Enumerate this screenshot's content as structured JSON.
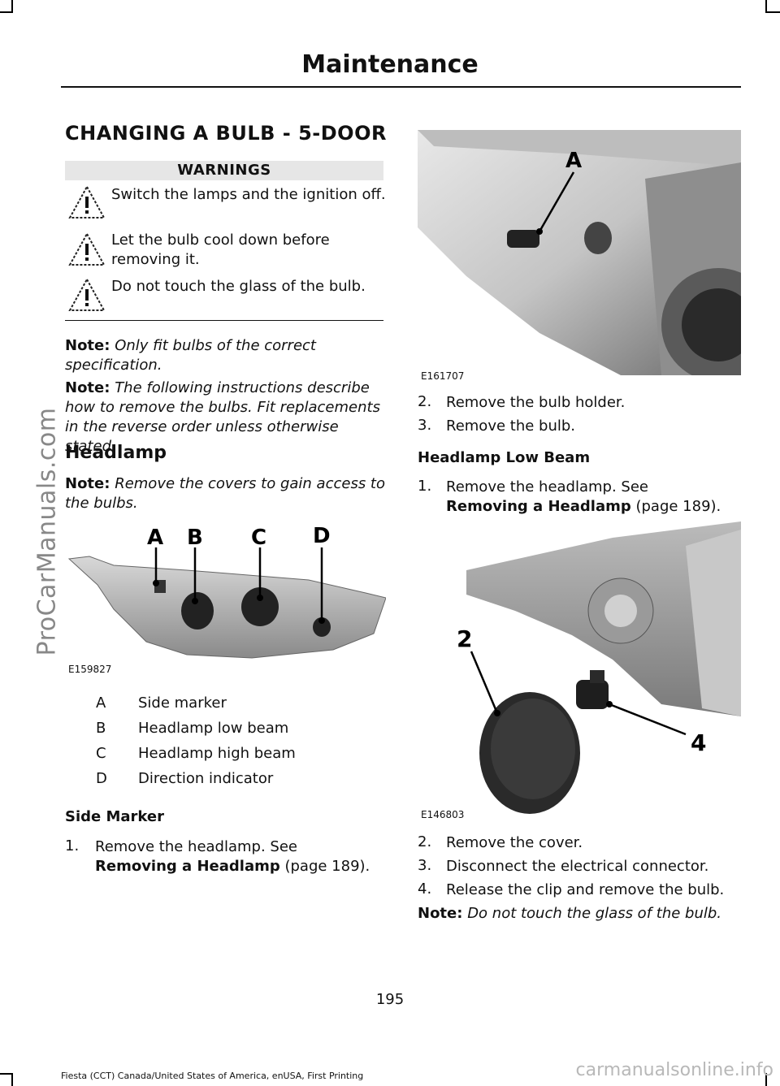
{
  "sidebar_watermark": "ProCarManuals.com",
  "header": {
    "title": "Maintenance"
  },
  "section_title": "CHANGING A BULB - 5-DOOR",
  "warnings": {
    "heading": "WARNINGS",
    "items": [
      "Switch the lamps and the ignition off.",
      "Let the bulb cool down before removing it.",
      "Do not touch the glass of the bulb."
    ]
  },
  "notes": {
    "label": "Note:",
    "fit_correct": "Only fit bulbs of the correct specification.",
    "instructions": "The following instructions describe how to remove the bulbs. Fit replacements in the reverse order unless otherwise stated.",
    "covers": "Remove the covers to gain access to the bulbs.",
    "glass": "Do not touch the glass of the bulb."
  },
  "headlamp": {
    "title": "Headlamp",
    "figure_code": "E159827",
    "callouts": [
      "A",
      "B",
      "C",
      "D"
    ],
    "legend": [
      {
        "key": "A",
        "value": "Side marker"
      },
      {
        "key": "B",
        "value": "Headlamp low beam"
      },
      {
        "key": "C",
        "value": "Headlamp high beam"
      },
      {
        "key": "D",
        "value": "Direction indicator"
      }
    ]
  },
  "side_marker": {
    "title": "Side Marker",
    "step1_num": "1.",
    "step1_text": "Remove the headlamp.  See",
    "step1_link": "Removing a Headlamp",
    "step1_page": "(page 189)."
  },
  "figure_a": {
    "code": "E161707",
    "callout": "A"
  },
  "side_marker_steps": [
    {
      "num": "2.",
      "text": "Remove the bulb holder."
    },
    {
      "num": "3.",
      "text": "Remove the bulb."
    }
  ],
  "low_beam": {
    "title": "Headlamp Low Beam",
    "step1_num": "1.",
    "step1_text": "Remove the headlamp.  See",
    "step1_link": "Removing a Headlamp",
    "step1_page": "(page 189).",
    "figure_code": "E146803",
    "callouts": [
      "2",
      "4"
    ],
    "steps": [
      {
        "num": "2.",
        "text": "Remove the cover."
      },
      {
        "num": "3.",
        "text": "Disconnect the electrical connector."
      },
      {
        "num": "4.",
        "text": "Release the clip and remove the bulb."
      }
    ]
  },
  "page_number": "195",
  "footer": "Fiesta (CCT) Canada/United States of America, enUSA, First Printing",
  "site_watermark": "carmanualsonline.info"
}
